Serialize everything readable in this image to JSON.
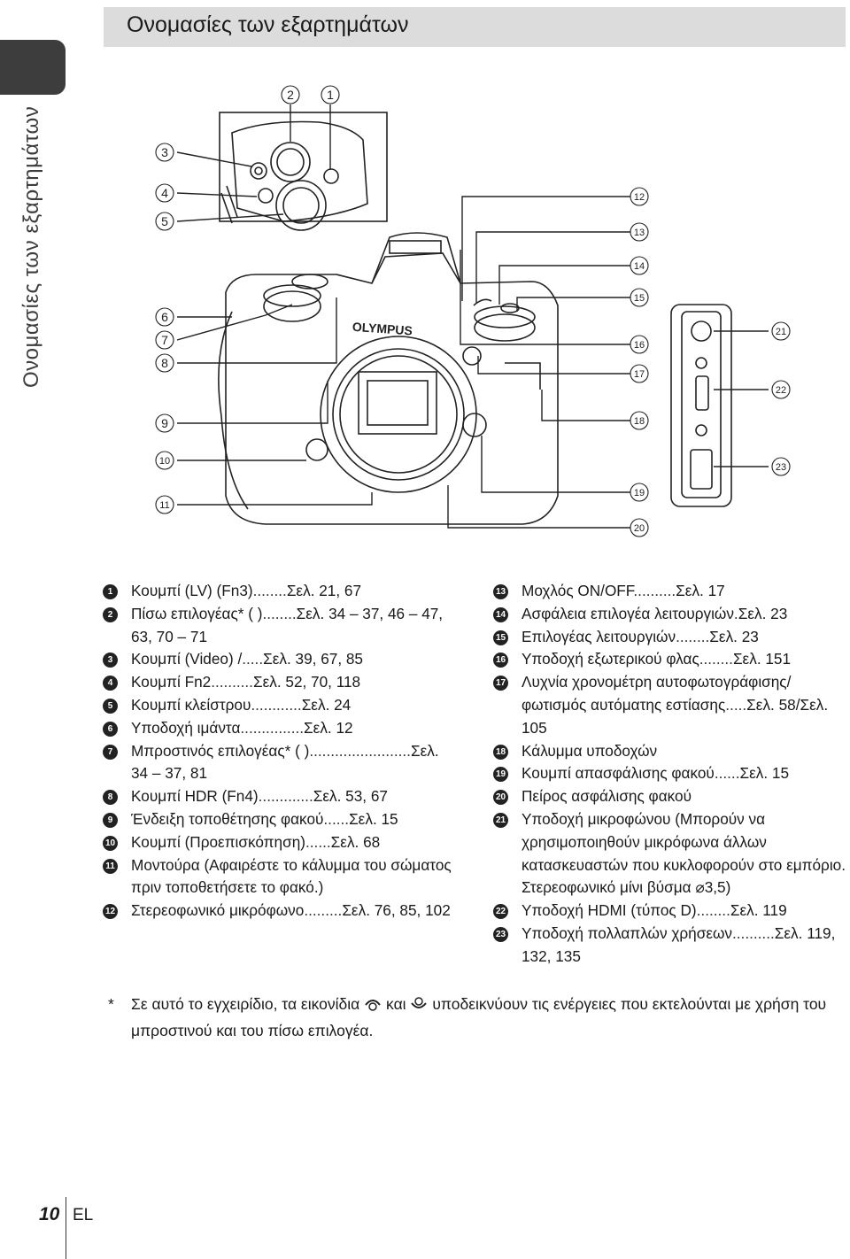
{
  "header": {
    "title": "Ονομασίες των εξαρτημάτων"
  },
  "side_tab": {
    "label": "Ονομασίες των εξαρτημάτων"
  },
  "figure": {
    "brand": "OLYMPUS",
    "callouts": [
      "1",
      "2",
      "3",
      "4",
      "5",
      "6",
      "7",
      "8",
      "9",
      "10",
      "11",
      "12",
      "13",
      "14",
      "15",
      "16",
      "17",
      "18",
      "19",
      "20",
      "21",
      "22",
      "23"
    ]
  },
  "parts_left": [
    {
      "num": "1",
      "name": "Κουμπί (LV) (Fn3)",
      "dots": "........",
      "ref": "Σελ. 21, 67"
    },
    {
      "num": "2",
      "name": "Πίσω επιλογέας* ( )",
      "dots": "........",
      "ref": "Σελ. 34 – 37, 46 – 47, 63, 70 – 71"
    },
    {
      "num": "3",
      "name": "Κουμπί (Video) /",
      "dots": ".....",
      "ref": "Σελ. 39, 67, 85"
    },
    {
      "num": "4",
      "name": "Κουμπί Fn2",
      "dots": "..........",
      "ref": "Σελ. 52, 70, 118"
    },
    {
      "num": "5",
      "name": "Κουμπί κλείστρου",
      "dots": "............",
      "ref": "Σελ. 24"
    },
    {
      "num": "6",
      "name": "Υποδοχή ιμάντα",
      "dots": "...............",
      "ref": "Σελ. 12"
    },
    {
      "num": "7",
      "name": "Μπροστινός επιλογέας* ( )",
      "dots": "........................",
      "ref": "Σελ. 34 – 37, 81"
    },
    {
      "num": "8",
      "name": "Κουμπί HDR (Fn4)",
      "dots": ".............",
      "ref": "Σελ. 53, 67"
    },
    {
      "num": "9",
      "name": "Ένδειξη τοποθέτησης φακού",
      "dots": "......",
      "ref": "Σελ. 15"
    },
    {
      "num": "10",
      "name": "Κουμπί (Προεπισκόπηση)",
      "dots": "......",
      "ref": "Σελ. 68"
    },
    {
      "num": "11",
      "name": "Μοντούρα (Αφαιρέστε το κάλυμμα του σώματος πριν τοποθετήσετε το φακό.)",
      "dots": "",
      "ref": ""
    },
    {
      "num": "12",
      "name": "Στερεοφωνικό μικρόφωνο",
      "dots": ".........",
      "ref": "Σελ. 76, 85, 102"
    }
  ],
  "parts_right": [
    {
      "num": "13",
      "name": "Μοχλός ON/OFF",
      "dots": "..........",
      "ref": "Σελ. 17"
    },
    {
      "num": "14",
      "name": "Ασφάλεια επιλογέα λειτουργιών",
      "dots": ".",
      "ref": "Σελ. 23"
    },
    {
      "num": "15",
      "name": "Επιλογέας λειτουργιών",
      "dots": "........",
      "ref": "Σελ. 23"
    },
    {
      "num": "16",
      "name": "Υποδοχή εξωτερικού φλας",
      "dots": "........",
      "ref": "Σελ. 151"
    },
    {
      "num": "17",
      "name": "Λυχνία χρονομέτρη αυτοφωτογράφισης/φωτισμός αυτόματης εστίασης",
      "dots": ".....",
      "ref": "Σελ. 58/Σελ. 105"
    },
    {
      "num": "18",
      "name": "Κάλυμμα υποδοχών",
      "dots": "",
      "ref": ""
    },
    {
      "num": "19",
      "name": "Κουμπί απασφάλισης φακού",
      "dots": "......",
      "ref": "Σελ. 15"
    },
    {
      "num": "20",
      "name": "Πείρος ασφάλισης φακού",
      "dots": "",
      "ref": ""
    },
    {
      "num": "21",
      "name": "Υποδοχή μικροφώνου (Μπορούν να χρησιμοποιηθούν μικρόφωνα άλλων κατασκευαστών που κυκλοφορούν στο εμπόριο. Στερεοφωνικό μίνι βύσμα ⌀3,5)",
      "dots": "",
      "ref": ""
    },
    {
      "num": "22",
      "name": "Υποδοχή HDMI (τύπος D)",
      "dots": "........",
      "ref": "Σελ. 119"
    },
    {
      "num": "23",
      "name": "Υποδοχή πολλαπλών χρήσεων",
      "dots": "..........",
      "ref": "Σελ. 119, 132, 135"
    }
  ],
  "footnote": {
    "star": "*",
    "text_a": "Σε αυτό το εγχειρίδιο, τα εικονίδια",
    "text_b": "και",
    "text_c": "υποδεικνύουν τις ενέργειες που εκτελούνται με χρήση του μπροστινού και του πίσω επιλογέα."
  },
  "footer": {
    "page_number": "10",
    "language": "EL"
  }
}
